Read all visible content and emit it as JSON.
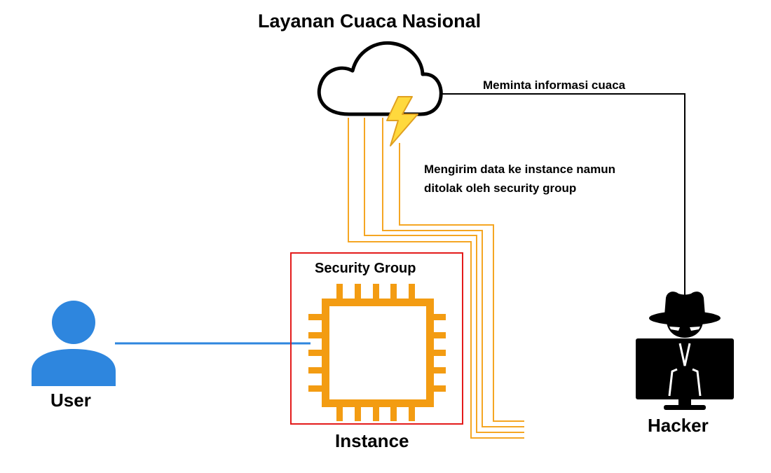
{
  "title": "Layanan Cuaca Nasional",
  "request_label": "Meminta informasi cuaca",
  "send_label": "Mengirim data ke instance namun ditolak oleh security group",
  "security_group_label": "Security Group",
  "instance_label": "Instance",
  "user_label": "User",
  "hacker_label": "Hacker",
  "icons": {
    "cloud": "cloud-icon",
    "lightning": "lightning-icon",
    "chip": "chip-icon",
    "user": "user-icon",
    "hacker": "hacker-icon"
  },
  "colors": {
    "user_blue": "#2e86de",
    "chip_orange": "#f39c12",
    "flow_orange": "#f5a623",
    "security_border": "#e31b1b",
    "lightning_yellow": "#ffd93d",
    "dark": "#000000"
  }
}
